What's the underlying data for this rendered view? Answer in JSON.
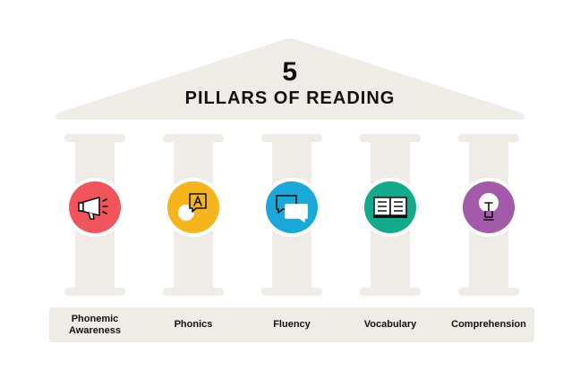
{
  "title": {
    "number": "5",
    "text": "PILLARS OF READING"
  },
  "pillars": [
    {
      "label": "Phonemic\nAwareness",
      "icon": "megaphone-icon",
      "color": "#f0555e"
    },
    {
      "label": "Phonics",
      "icon": "letter-speech-bubble-icon",
      "color": "#f7b51d"
    },
    {
      "label": "Fluency",
      "icon": "chat-bubbles-icon",
      "color": "#1aa8d8"
    },
    {
      "label": "Vocabulary",
      "icon": "open-book-icon",
      "color": "#13a98b"
    },
    {
      "label": "Comprehension",
      "icon": "light-bulb-icon",
      "color": "#a25aa9"
    }
  ],
  "colors": {
    "temple": "#efebe6",
    "text": "#111111"
  }
}
